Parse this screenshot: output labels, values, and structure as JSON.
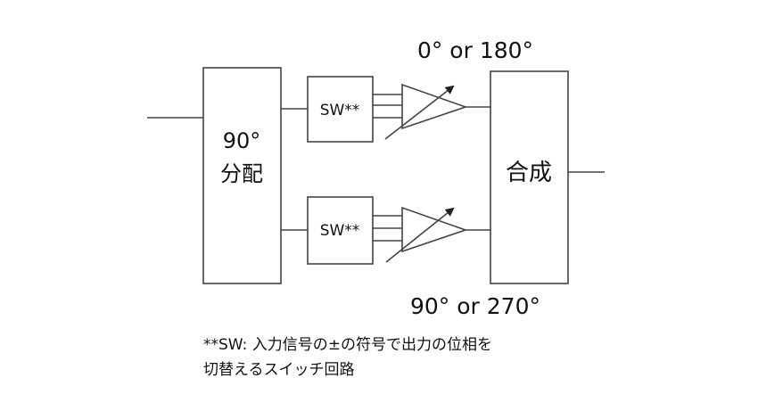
{
  "blocks": {
    "splitter_line1": "90°",
    "splitter_line2": "分配",
    "switch_top": "SW**",
    "switch_bottom": "SW**",
    "combiner": "合成"
  },
  "phase_labels": {
    "top": "0° or 180°",
    "bottom": "90° or 270°"
  },
  "footnote": {
    "line1": "**SW: 入力信号の±の符号で出力の位相を",
    "line2": "切替えるスイッチ回路"
  }
}
